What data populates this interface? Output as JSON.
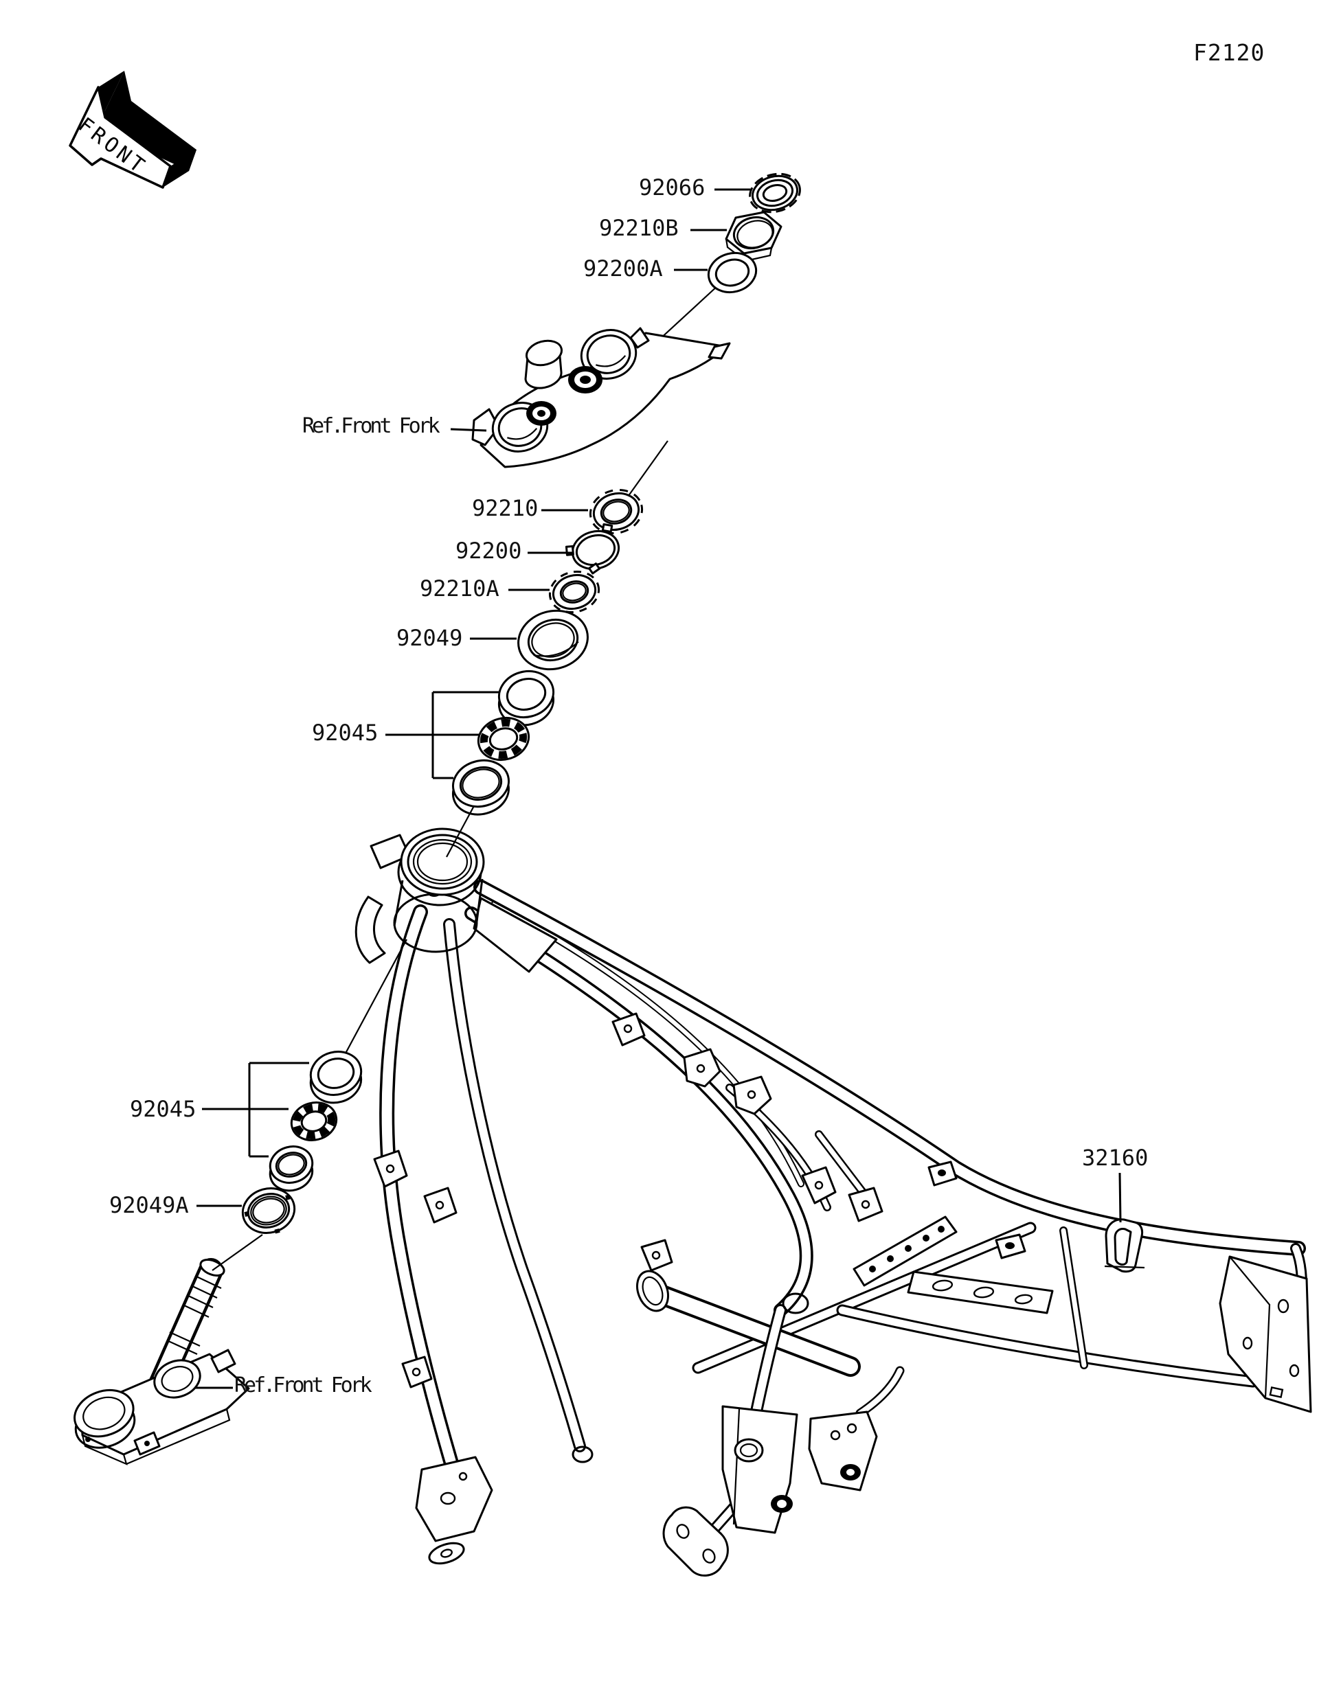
{
  "page": {
    "code": "F2120",
    "colors": {
      "ink": "#111111",
      "paper": "#ffffff"
    }
  },
  "front_arrow": {
    "label": "FRONT"
  },
  "callouts": {
    "c92066": "92066",
    "c92210B": "92210B",
    "c92200A": "92200A",
    "ref_front_fork_top": "Ref.Front Fork",
    "c92210": "92210",
    "c92200": "92200",
    "c92210A": "92210A",
    "c92049": "92049",
    "c92045_top": "92045",
    "c92045_bottom": "92045",
    "c92049A": "92049A",
    "ref_front_fork_bottom": "Ref.Front Fork",
    "c32160": "32160"
  }
}
